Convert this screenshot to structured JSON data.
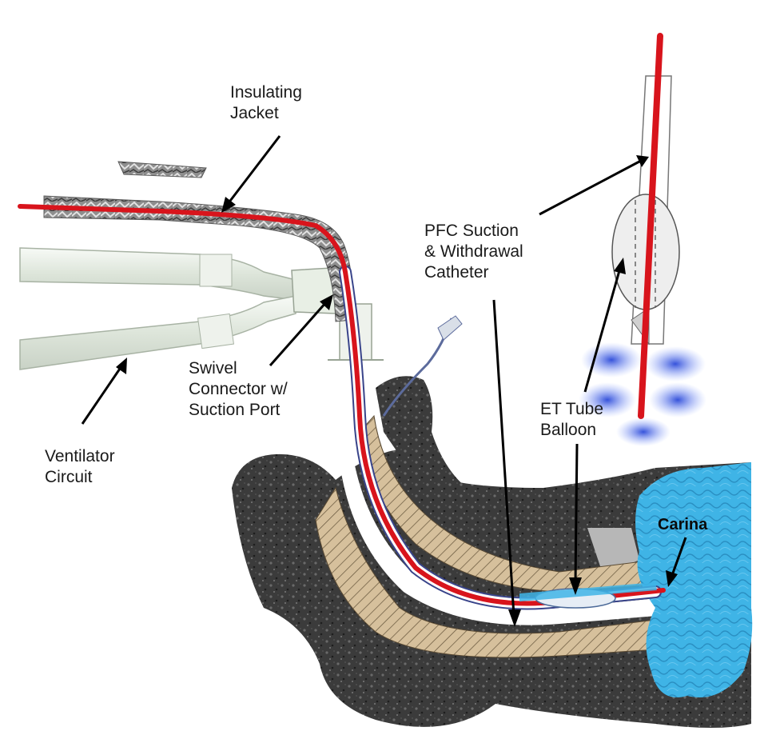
{
  "labels": {
    "insulating_jacket": [
      "Insulating",
      "Jacket"
    ],
    "pfc_catheter": [
      "PFC Suction",
      "& Withdrawal",
      "Catheter"
    ],
    "swivel_connector": [
      "Swivel",
      "Connector w/",
      "Suction Port"
    ],
    "ventilator_circuit": [
      "Ventilator",
      "Circuit"
    ],
    "et_tube_balloon": [
      "ET Tube",
      "Balloon"
    ],
    "carina": "Carina"
  },
  "colors": {
    "catheter": "#d8141c",
    "lung": "#3fb4e6",
    "airway_wall": "#d8c3a0",
    "body": "#3a3a3a",
    "tubing": "#e7ede5",
    "spray": "#3c5fe0"
  }
}
